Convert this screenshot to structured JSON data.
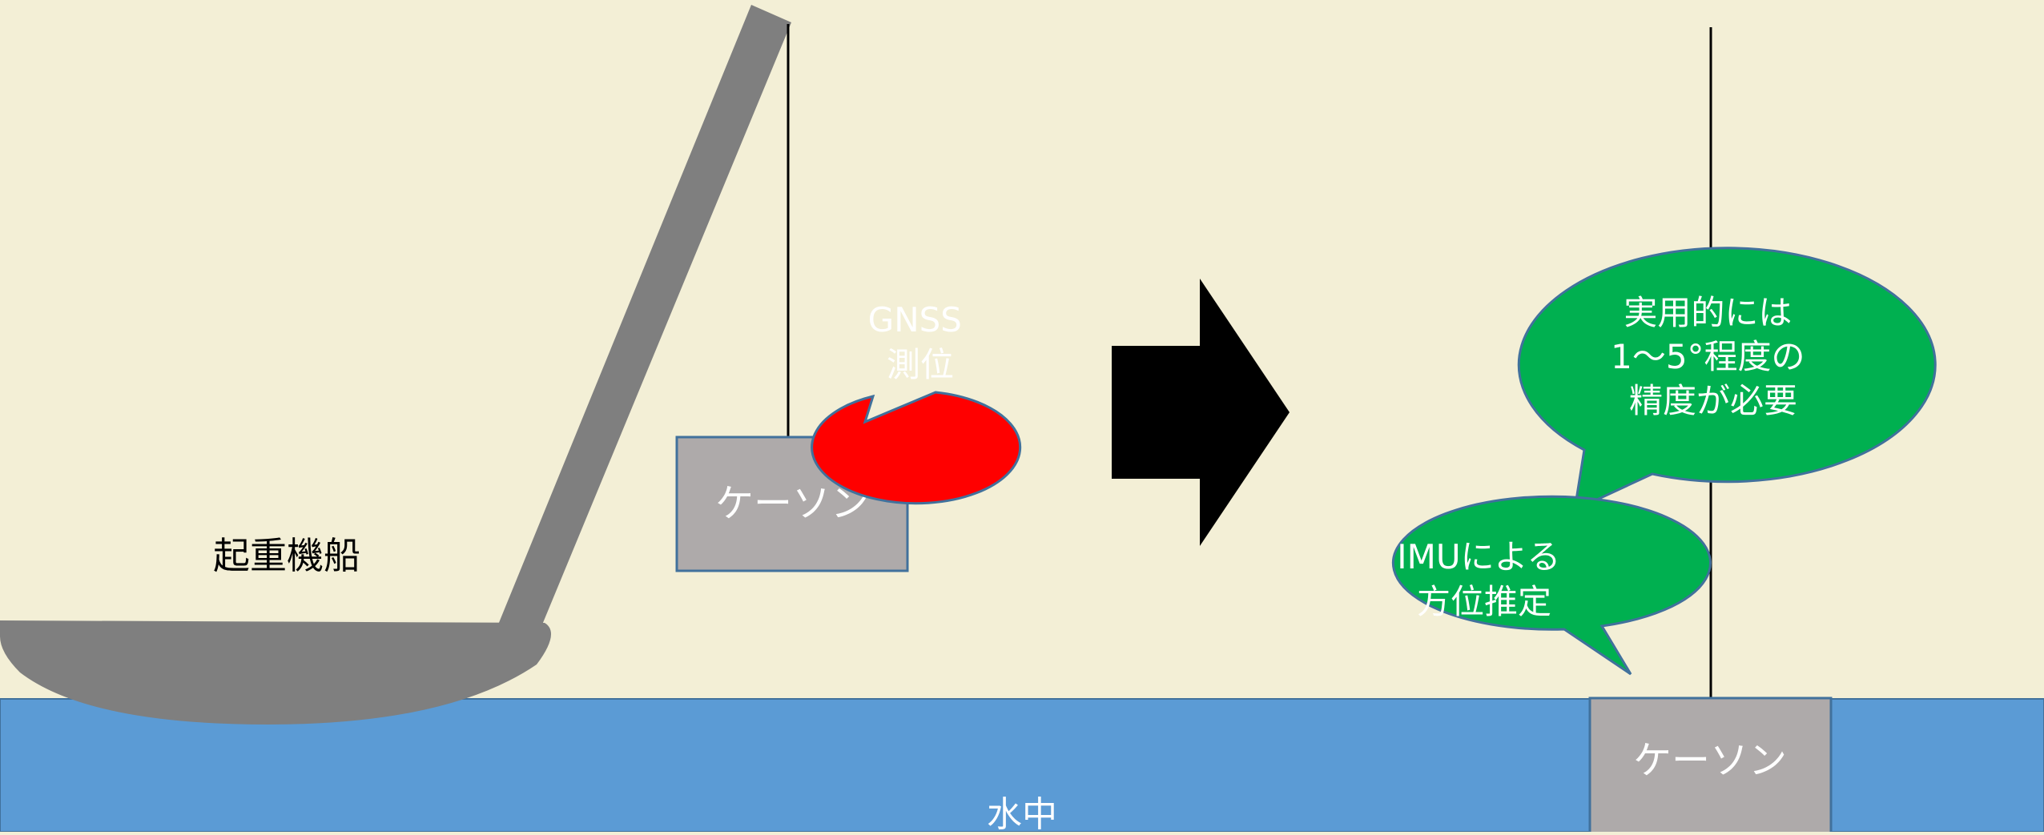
{
  "colors": {
    "background": "#f3efd6",
    "water": "#5b9bd5",
    "crane": "#7f7f7f",
    "caisson_fill": "#aeaaaa",
    "caisson_stroke": "#41719c",
    "gnss_bubble": "#ff0000",
    "imu_bubble": "#00b050",
    "arrow": "#000000"
  },
  "labels": {
    "crane_ship": "起重機船",
    "caisson_left": "ケーソン",
    "caisson_right": "ケーソン",
    "water": "水中"
  },
  "bubbles": {
    "gnss": [
      "GNSS",
      "測位"
    ],
    "practical": [
      "実用的には",
      "1～5°程度の",
      "精度が必要"
    ],
    "imu": [
      "IMUによる",
      "方位推定"
    ]
  }
}
